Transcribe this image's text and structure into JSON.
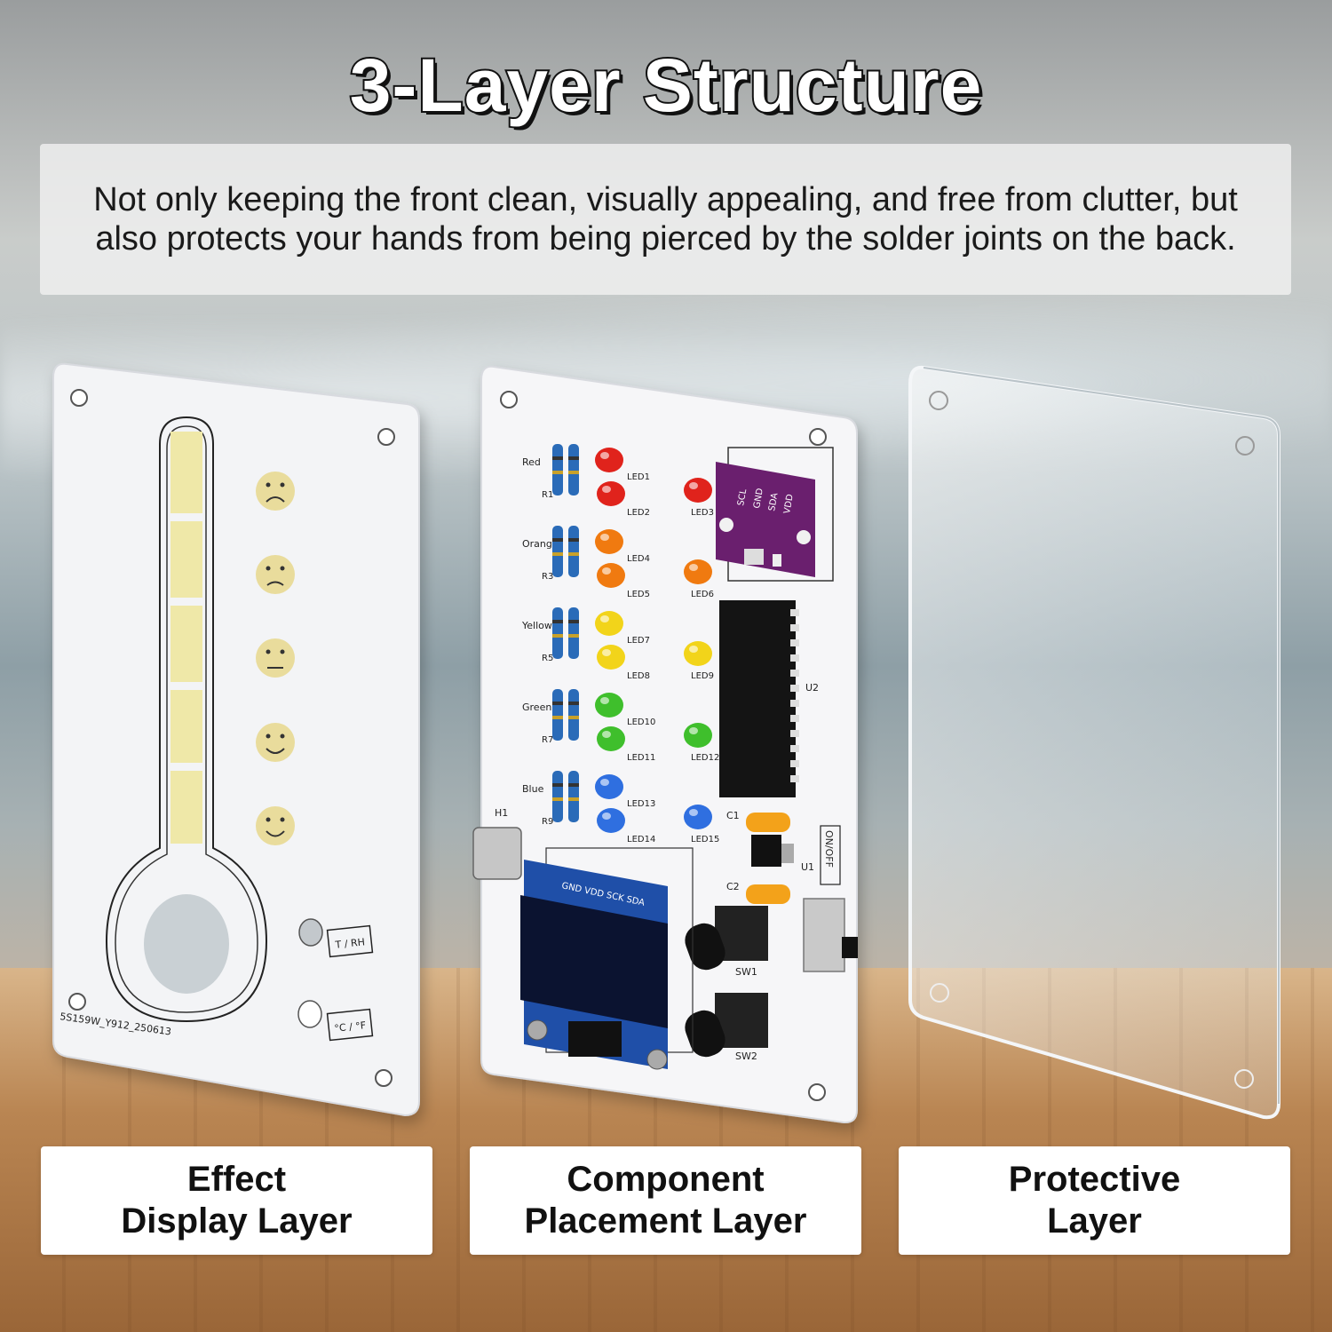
{
  "title": "3-Layer Structure",
  "description": "Not only keeping the front clean, visually appealing, and free from clutter, but also protects your hands from being pierced by the solder joints on the back.",
  "labels": [
    {
      "text": "Effect\nDisplay Layer"
    },
    {
      "text": "Component\nPlacement Layer"
    },
    {
      "text": "Protective\nLayer"
    }
  ],
  "effect_board": {
    "buttons": [
      "T / RH",
      "°C / °F"
    ],
    "code": "5S159W_Y912_250613"
  },
  "component_board": {
    "color_groups": [
      "Red",
      "Orange",
      "Yellow",
      "Green",
      "Blue"
    ],
    "resistors": [
      "R1",
      "R3",
      "R5",
      "R7",
      "R9"
    ],
    "leds": [
      "LED1",
      "LED2",
      "LED3",
      "LED4",
      "LED5",
      "LED6",
      "LED7",
      "LED8",
      "LED9",
      "LED10",
      "LED11",
      "LED12",
      "LED13",
      "LED14",
      "LED15"
    ],
    "sensor_pins": [
      "SCL",
      "GND",
      "SDA",
      "VDD"
    ],
    "oled_pins": "GND VDD SCK SDA",
    "chip_label": "U2",
    "regulator_label": "U1",
    "capacitors": [
      "C1",
      "C2"
    ],
    "switches": [
      "SW1",
      "SW2"
    ],
    "power_switch": "ON/OFF",
    "header": "H1"
  },
  "colors": {
    "red_led": "#e0231c",
    "orange_led": "#f07a10",
    "yellow_led": "#f2d41a",
    "green_led": "#3fbf2c",
    "blue_led": "#2f6fe0",
    "sensor_board": "#6a1f6e",
    "oled_board": "#1f4fa8"
  }
}
